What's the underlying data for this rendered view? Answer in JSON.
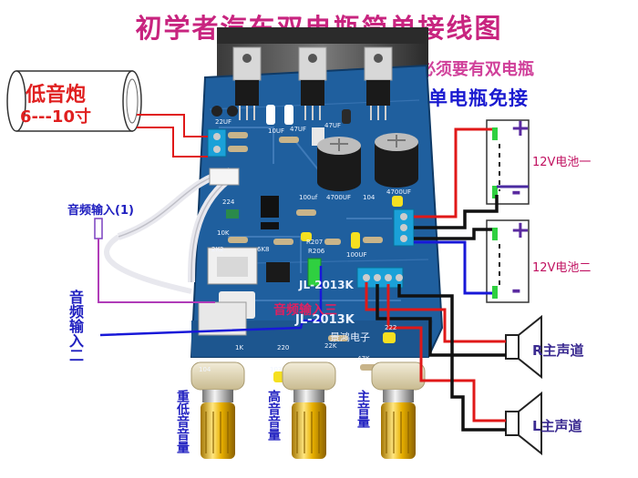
{
  "title": "初学者汽车双电瓶简单接线图",
  "notes": {
    "need_dual": "必须要有双电瓶",
    "single_skip": "单电瓶免接"
  },
  "subwoofer": {
    "line1": "低音炮",
    "line2": "6---10寸"
  },
  "battery1": {
    "label": "12V电池一",
    "plus": "+",
    "minus": "-"
  },
  "battery2": {
    "label": "12V电池二",
    "plus": "+",
    "minus": "-"
  },
  "audio_in_1": "音频输入(1)",
  "audio_in_2": "音频输入二",
  "audio_in_3": "音频输入三",
  "speaker_r": "R主声道",
  "speaker_l": "L主声道",
  "knobs": {
    "bass": "重低音音量",
    "treble": "高音音量",
    "main": "主音量"
  },
  "board": {
    "model_1": "JL-2013K",
    "model_2": "JL-2013K",
    "brand": "景鸿电子",
    "silk": [
      "22UF",
      "10UF",
      "47UF",
      "47UF",
      "4700UF",
      "4700UF",
      "100uf",
      "104",
      "224",
      "10K",
      "2K2",
      "6K8",
      "R207",
      "R206",
      "100UF",
      "104",
      "103",
      "22K",
      "222",
      "220",
      "47K",
      "1K"
    ]
  },
  "colors": {
    "title": "#c8247f",
    "board": "#1f5f9e",
    "wire_red": "#e01818",
    "wire_blue": "#1818d8",
    "wire_black": "#111111"
  }
}
